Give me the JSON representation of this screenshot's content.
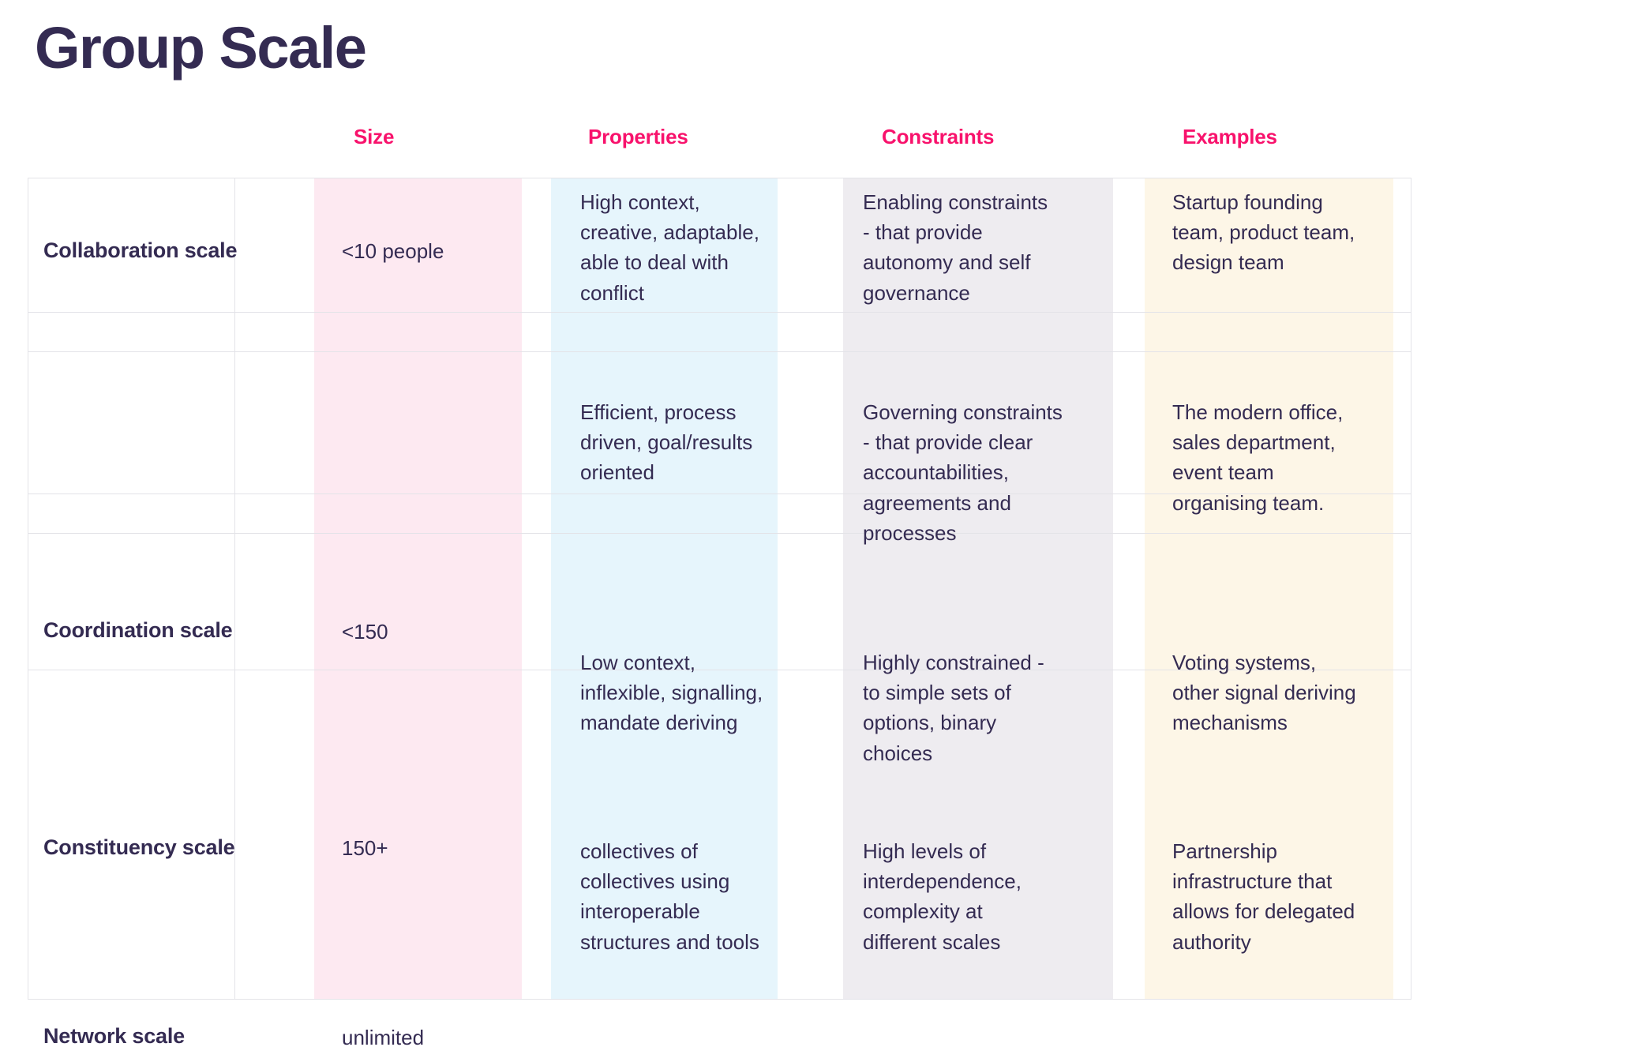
{
  "title": "Group Scale",
  "colors": {
    "title": "#342b52",
    "header_accent": "#f8126c",
    "body_text": "#342b52",
    "band_size": "#fde9f1",
    "band_properties": "#e6f5fc",
    "band_constraints": "#eeecf0",
    "band_examples": "#fdf6e7",
    "grid_line": "#e3e3e8",
    "page_background": "#ffffff"
  },
  "table": {
    "columns": [
      {
        "key": "name",
        "label": ""
      },
      {
        "key": "size",
        "label": "Size"
      },
      {
        "key": "properties",
        "label": "Properties"
      },
      {
        "key": "constraints",
        "label": "Constraints"
      },
      {
        "key": "examples",
        "label": "Examples"
      }
    ],
    "rows": [
      {
        "name": "Collaboration scale",
        "size": "<10 people",
        "properties": "High context,\ncreative, adaptable,\nable to deal with\nconflict",
        "constraints": "Enabling constraints\n- that provide\nautonomy and self\ngovernance",
        "examples": "Startup founding\nteam, product team,\ndesign team"
      },
      {
        "name": "Coordination scale",
        "size": "<150",
        "properties": "Efficient, process\ndriven, goal/results\noriented",
        "constraints": "Governing constraints\n- that provide clear\naccountabilities,\nagreements and\nprocesses",
        "examples": "The modern office,\nsales department,\nevent team\norganising team."
      },
      {
        "name": "Constituency scale",
        "size": "150+",
        "properties": "Low context,\ninflexible, signalling,\nmandate deriving",
        "constraints": "Highly constrained -\nto simple sets of\noptions, binary\nchoices",
        "examples": "Voting systems,\nother signal deriving\nmechanisms"
      },
      {
        "name": "Network scale",
        "size": "unlimited",
        "properties": "collectives of\ncollectives using\ninteroperable\nstructures and tools",
        "constraints": "High levels of\ninterdependence,\ncomplexity at\ndifferent scales",
        "examples": "Partnership\ninfrastructure that\nallows for delegated\nauthority"
      }
    ]
  }
}
